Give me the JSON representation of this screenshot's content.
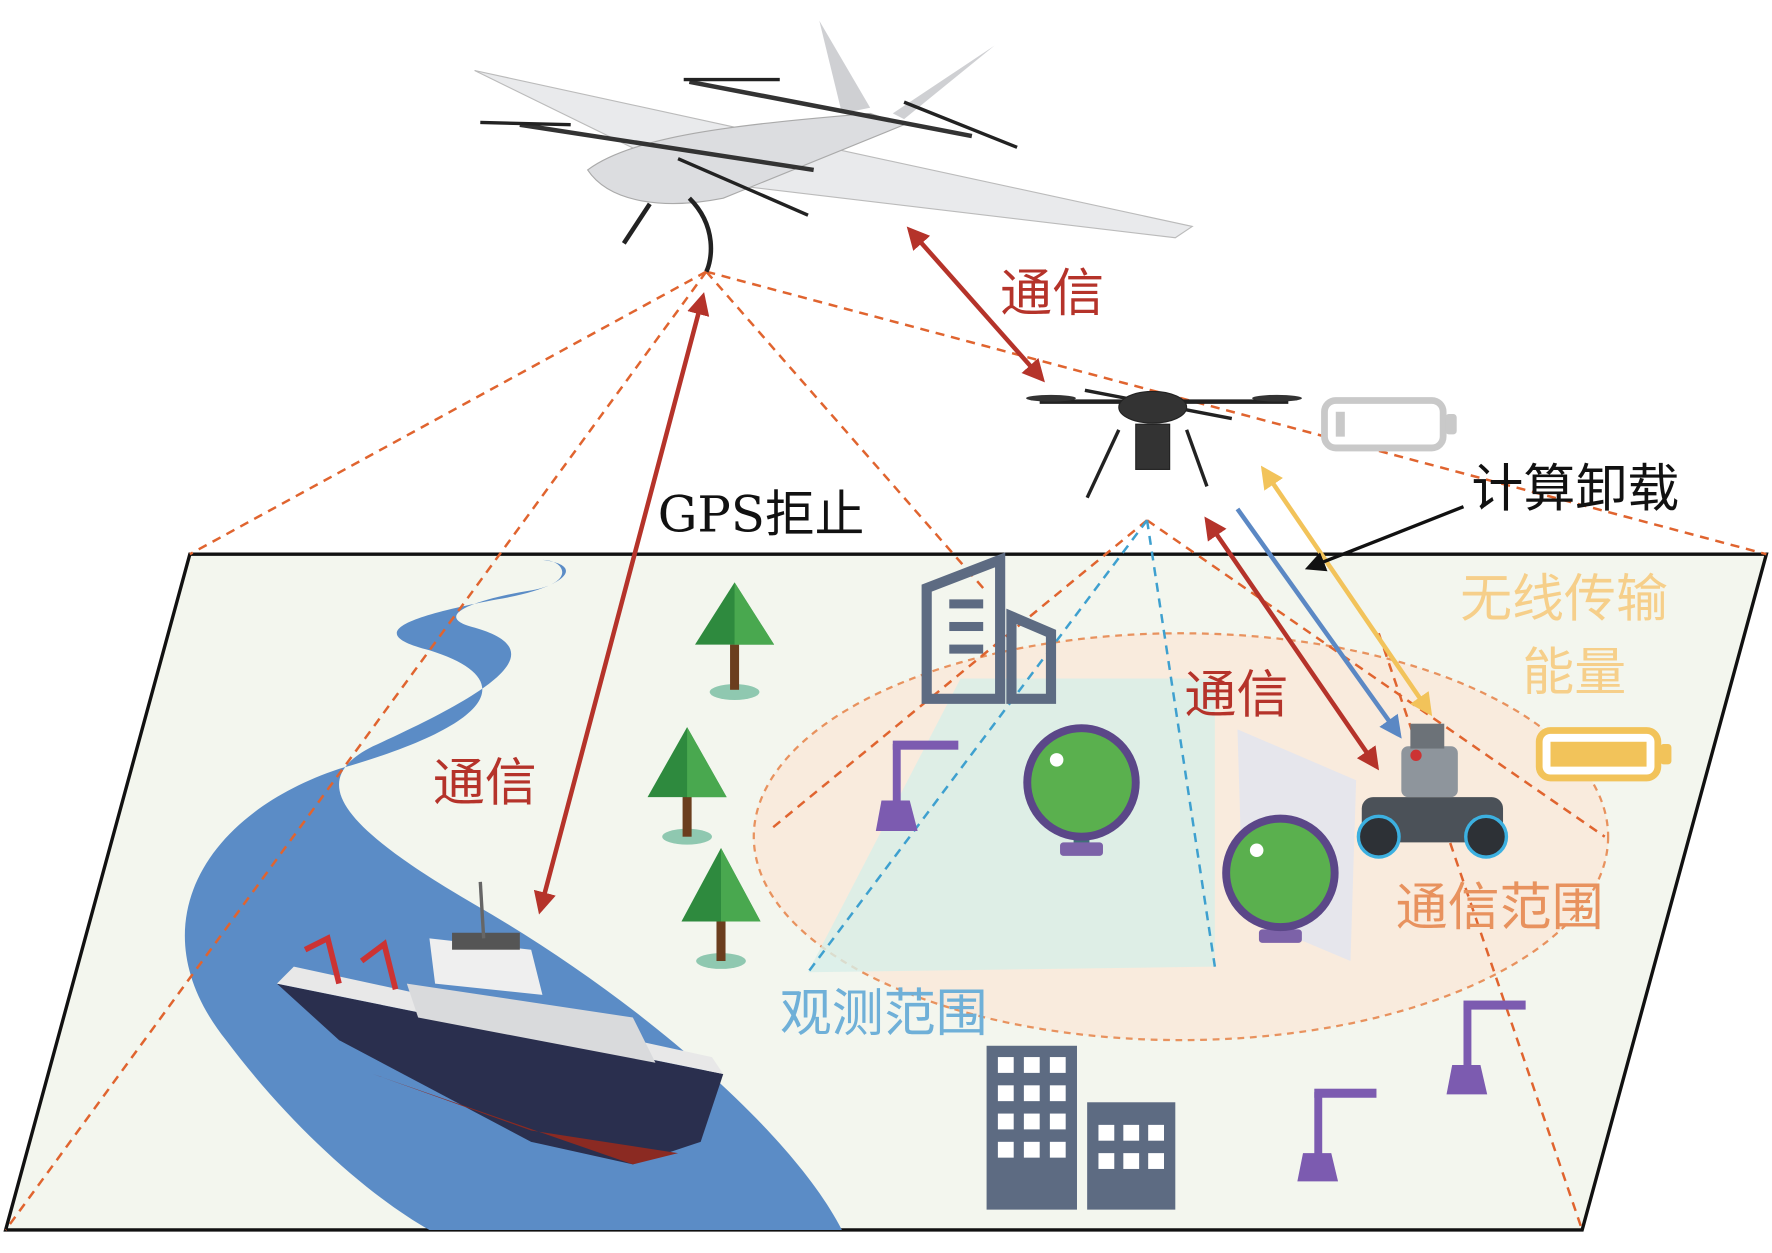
{
  "labels": {
    "comm_top": "通信",
    "gps_denied": "GPS拒止",
    "compute_offload": "计算卸载",
    "wireless_power_line1": "无线传输",
    "wireless_power_line2": "能量",
    "comm_mid": "通信",
    "comm_left": "通信",
    "comm_range": "通信范围",
    "observe_range": "观测范围"
  },
  "colors": {
    "comm_red": "#b5332a",
    "gps_black": "#111111",
    "energy_yellow": "#f2c35a",
    "energy_text": "#f6cf8a",
    "offload_blue": "#5b88c4",
    "range_orange": "#e8925e",
    "observe_blue": "#6fb0d8",
    "river_blue": "#5b8cc6",
    "ground": "#f3f6ee"
  }
}
